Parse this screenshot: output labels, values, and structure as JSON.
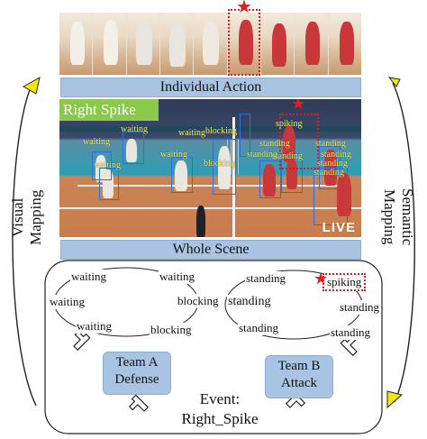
{
  "top_banner": "Individual Action",
  "scene_banner": "Whole Scene",
  "scene_label": "Right Spike",
  "live_badge": "LIVE",
  "left_side": [
    "Visual",
    "Mapping"
  ],
  "right_side": [
    "Semantic",
    "Mapping"
  ],
  "event": {
    "line1": "Event:",
    "line2": "Right_Spike"
  },
  "team_a": [
    "Team A",
    "Defense"
  ],
  "team_b": [
    "Team B",
    "Attack"
  ],
  "graph_left": [
    "waiting",
    "waiting",
    "waiting",
    "waiting",
    "blocking",
    "blocking"
  ],
  "graph_right": [
    "standing",
    "spiking",
    "standing",
    "standing",
    "standing",
    "standing"
  ],
  "scene_labels": [
    "waiting",
    "waiting",
    "waiting",
    "waiting",
    "waiting",
    "blocking",
    "blocking",
    "standing",
    "standing",
    "standing",
    "standing",
    "standing",
    "standing",
    "standing",
    "spiking"
  ],
  "colors": {
    "banner": "#a9c4e2",
    "bbox": "#2f6fd6",
    "label": "#f4f13a",
    "highlight": "#d62020",
    "arrow_fill": "#f2e60a",
    "scene_tag": "#8ac94a"
  },
  "icons": [
    "star-icon",
    "hand-pointer-icon"
  ]
}
